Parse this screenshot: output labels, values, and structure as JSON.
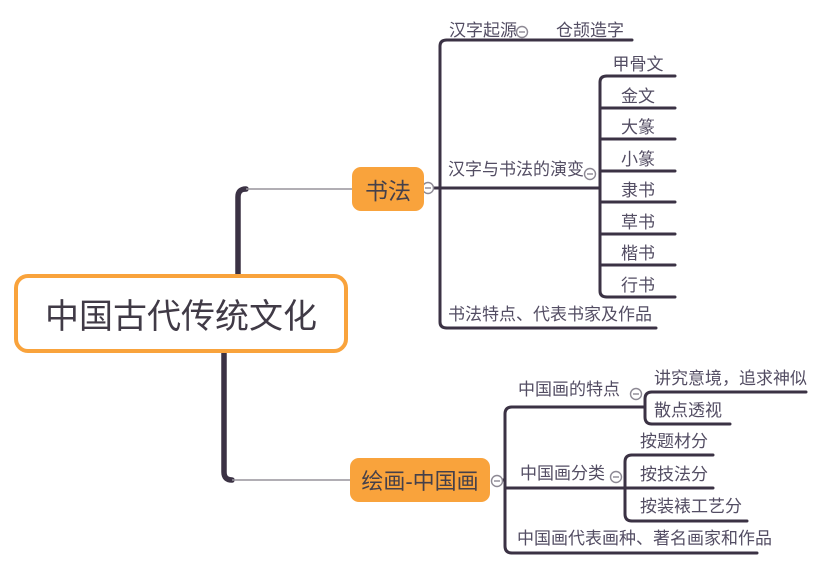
{
  "colors": {
    "accent_orange": "#F9A33C",
    "line_dark": "#3B3244",
    "connector_gray": "#97939B",
    "label_text": "#534D63",
    "node_text": "#45404A",
    "background": "#FFFFFF"
  },
  "icons": {
    "collapse": "minus-circle-icon"
  },
  "root": {
    "label": "中国古代传统文化"
  },
  "branches": [
    {
      "label": "书法",
      "children": [
        {
          "label": "汉字起源",
          "children": [
            {
              "label": "仓颉造字"
            }
          ]
        },
        {
          "label": "汉字与书法的演变",
          "children": [
            {
              "label": "甲骨文"
            },
            {
              "label": "金文"
            },
            {
              "label": "大篆"
            },
            {
              "label": "小篆"
            },
            {
              "label": "隶书"
            },
            {
              "label": "草书"
            },
            {
              "label": "楷书"
            },
            {
              "label": "行书"
            }
          ]
        },
        {
          "label": "书法特点、代表书家及作品"
        }
      ]
    },
    {
      "label": "绘画-中国画",
      "children": [
        {
          "label": "中国画的特点",
          "children": [
            {
              "label": "讲究意境，追求神似"
            },
            {
              "label": "散点透视"
            }
          ]
        },
        {
          "label": "中国画分类",
          "children": [
            {
              "label": "按题材分"
            },
            {
              "label": "按技法分"
            },
            {
              "label": "按装裱工艺分"
            }
          ]
        },
        {
          "label": "中国画代表画种、著名画家和作品"
        }
      ]
    }
  ]
}
